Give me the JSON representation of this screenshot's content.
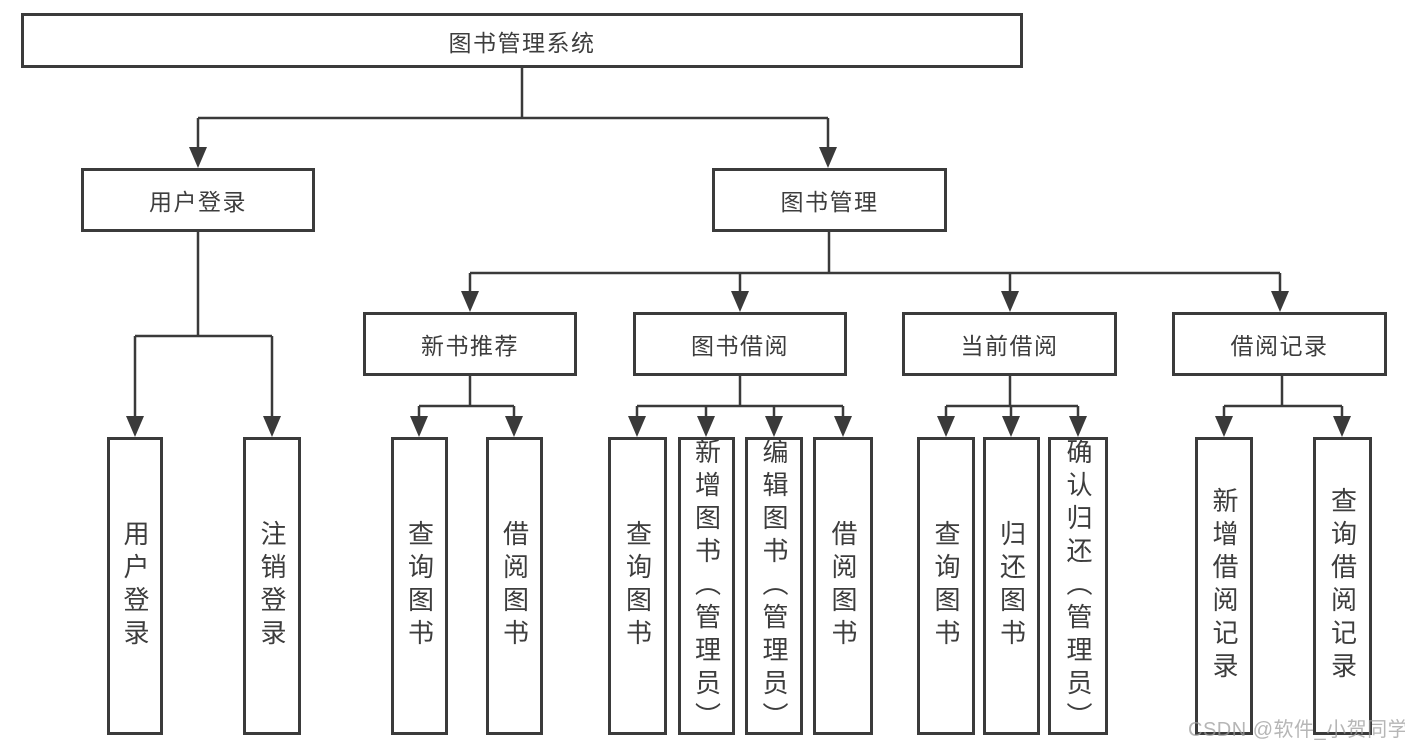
{
  "tree": {
    "label": "图书管理系统",
    "children": [
      {
        "label": "用户登录",
        "children": [
          {
            "label": "用户登录"
          },
          {
            "label": "注销登录"
          }
        ]
      },
      {
        "label": "图书管理",
        "children": [
          {
            "label": "新书推荐",
            "children": [
              {
                "label": "查询图书"
              },
              {
                "label": "借阅图书"
              }
            ]
          },
          {
            "label": "图书借阅",
            "children": [
              {
                "label": "查询图书"
              },
              {
                "label": "新增图书（管理员）"
              },
              {
                "label": "编辑图书（管理员）"
              },
              {
                "label": "借阅图书"
              }
            ]
          },
          {
            "label": "当前借阅",
            "children": [
              {
                "label": "查询图书"
              },
              {
                "label": "归还图书"
              },
              {
                "label": "确认归还（管理员）"
              }
            ]
          },
          {
            "label": "借阅记录",
            "children": [
              {
                "label": "新增借阅记录"
              },
              {
                "label": "查询借阅记录"
              }
            ]
          }
        ]
      }
    ]
  },
  "watermark": {
    "text": "CSDN @软件_小贺同学"
  },
  "colors": {
    "line": "#3a3a3a",
    "box_border": "#3b3b3b",
    "text": "#3d3d3d",
    "watermark": "#9e9e9e",
    "background": "#ffffff"
  }
}
